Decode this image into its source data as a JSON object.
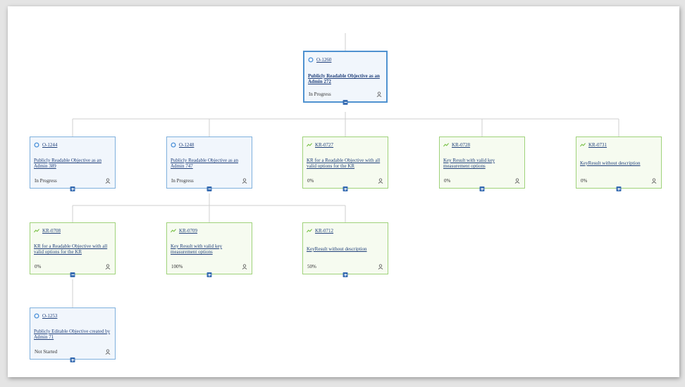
{
  "root": {
    "code": "O-1260",
    "title": "Publicly Readable Objective as an Admin 272",
    "status": "In Progress"
  },
  "level1": [
    {
      "code": "O-1244",
      "title": "Publicly Readable Objective as an Admin 389",
      "status": "In Progress",
      "type": "objective"
    },
    {
      "code": "O-1248",
      "title": "Publicly Readable Objective as an Admin 747",
      "status": "In Progress",
      "type": "objective"
    },
    {
      "code": "KR-0727",
      "title": "KR for a Readable Objective with all valid options for the KR",
      "status": "0%",
      "type": "key-result"
    },
    {
      "code": "KR-0728",
      "title": "Key Result with valid key measurement options",
      "status": "0%",
      "type": "key-result"
    },
    {
      "code": "KR-0731",
      "title": "KeyResult without description",
      "status": "0%",
      "type": "key-result"
    }
  ],
  "level2": [
    {
      "code": "KR-0708",
      "title": "KR for a Readable Objective with all valid options for the KR",
      "status": "0%",
      "type": "key-result"
    },
    {
      "code": "KR-0709",
      "title": "Key Result with valid key measurement options",
      "status": "100%",
      "type": "key-result"
    },
    {
      "code": "KR-0712",
      "title": "KeyResult without description",
      "status": "50%",
      "type": "key-result"
    }
  ],
  "level3": [
    {
      "code": "O-1253",
      "title": "Publicly Editable Objective created by Admin 71",
      "status": "Not Started",
      "type": "objective"
    }
  ],
  "colors": {
    "objective_icon": "#4a90d9",
    "kr_icon": "#7cc24a",
    "toggle": "#3b6fb3",
    "link": "#1f3f7a"
  }
}
